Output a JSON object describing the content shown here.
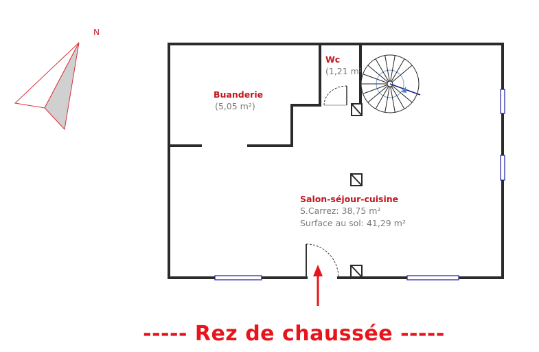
{
  "compass": {
    "label": "N"
  },
  "rooms": [
    {
      "name": "Buanderie",
      "area": "(5,05 m²)"
    },
    {
      "name": "Wc",
      "area": "(1,21 m²"
    },
    {
      "name": "Salon-séjour-cuisine",
      "carrez": "S.Carrez: 38,75 m²",
      "floor": "Surface au sol: 41,29 m²"
    }
  ],
  "title": "-----  Rez de chaussée  -----",
  "colors": {
    "wall": "#222222",
    "label": "#c0161c",
    "title": "#e8141b",
    "window": "#1a1aa0",
    "stair": "#7aa0d8"
  }
}
